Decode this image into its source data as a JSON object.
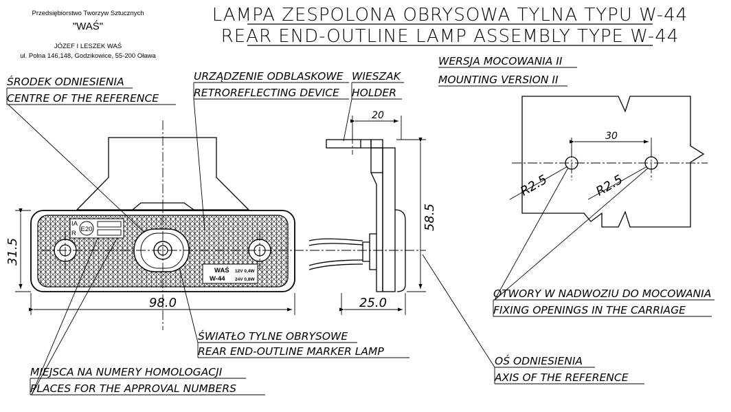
{
  "company": {
    "name": "Przedsiębiorstwo Tworzyw Sztucznych",
    "brand": "\"WAŚ\"",
    "owners": "JÓZEF I LESZEK WAŚ",
    "address": "ul. Polna 146,148, Godzikowice, 55-200 Oława"
  },
  "title": {
    "pl": "LAMPA ZESPOLONA OBRYSOWA TYLNA TYPU W-44",
    "en": "REAR END-OUTLINE LAMP ASSEMBLY TYPE W-44"
  },
  "mounting": {
    "pl": "WERSJA MOCOWANIA II",
    "en": "MOUNTING VERSION II"
  },
  "labels": {
    "centre_pl": "ŚRODEK ODNIESIENIA",
    "centre_en": "CENTRE OF THE REFERENCE",
    "retro_pl": "URZĄDZENIE ODBLASKOWE",
    "retro_en": "RETROREFLECTING DEVICE",
    "holder_pl": "WIESZAK",
    "holder_en": "HOLDER",
    "marker_pl": "ŚWIATŁO TYLNE OBRYSOWE",
    "marker_en": "REAR END-OUTLINE MARKER LAMP",
    "approval_pl": "MIEJSCA NA NUMERY HOMOLOGACJI",
    "approval_en": "PLACES FOR THE APPROVAL NUMBERS",
    "axis_pl": "OŚ ODNIESIENIA",
    "axis_en": "AXIS OF THE REFERENCE",
    "fixing_pl": "OTWORY W NADWOZIU DO MOCOWANIA",
    "fixing_en": "FIXING OPENINGS IN THE CARRIAGE"
  },
  "dimensions": {
    "height": "31.5",
    "width": "98.0",
    "holder": "20",
    "side_height": "58.5",
    "depth": "25.0",
    "hole_spacing": "30",
    "radius_left": "R2.5",
    "radius_right": "R2.5"
  },
  "markings": {
    "ia": "IA",
    "r": "R",
    "e20": "E20",
    "was": "WAŚ",
    "model": "W-44",
    "v12": "12V 0,4W",
    "v24": "24V 0,8W"
  }
}
